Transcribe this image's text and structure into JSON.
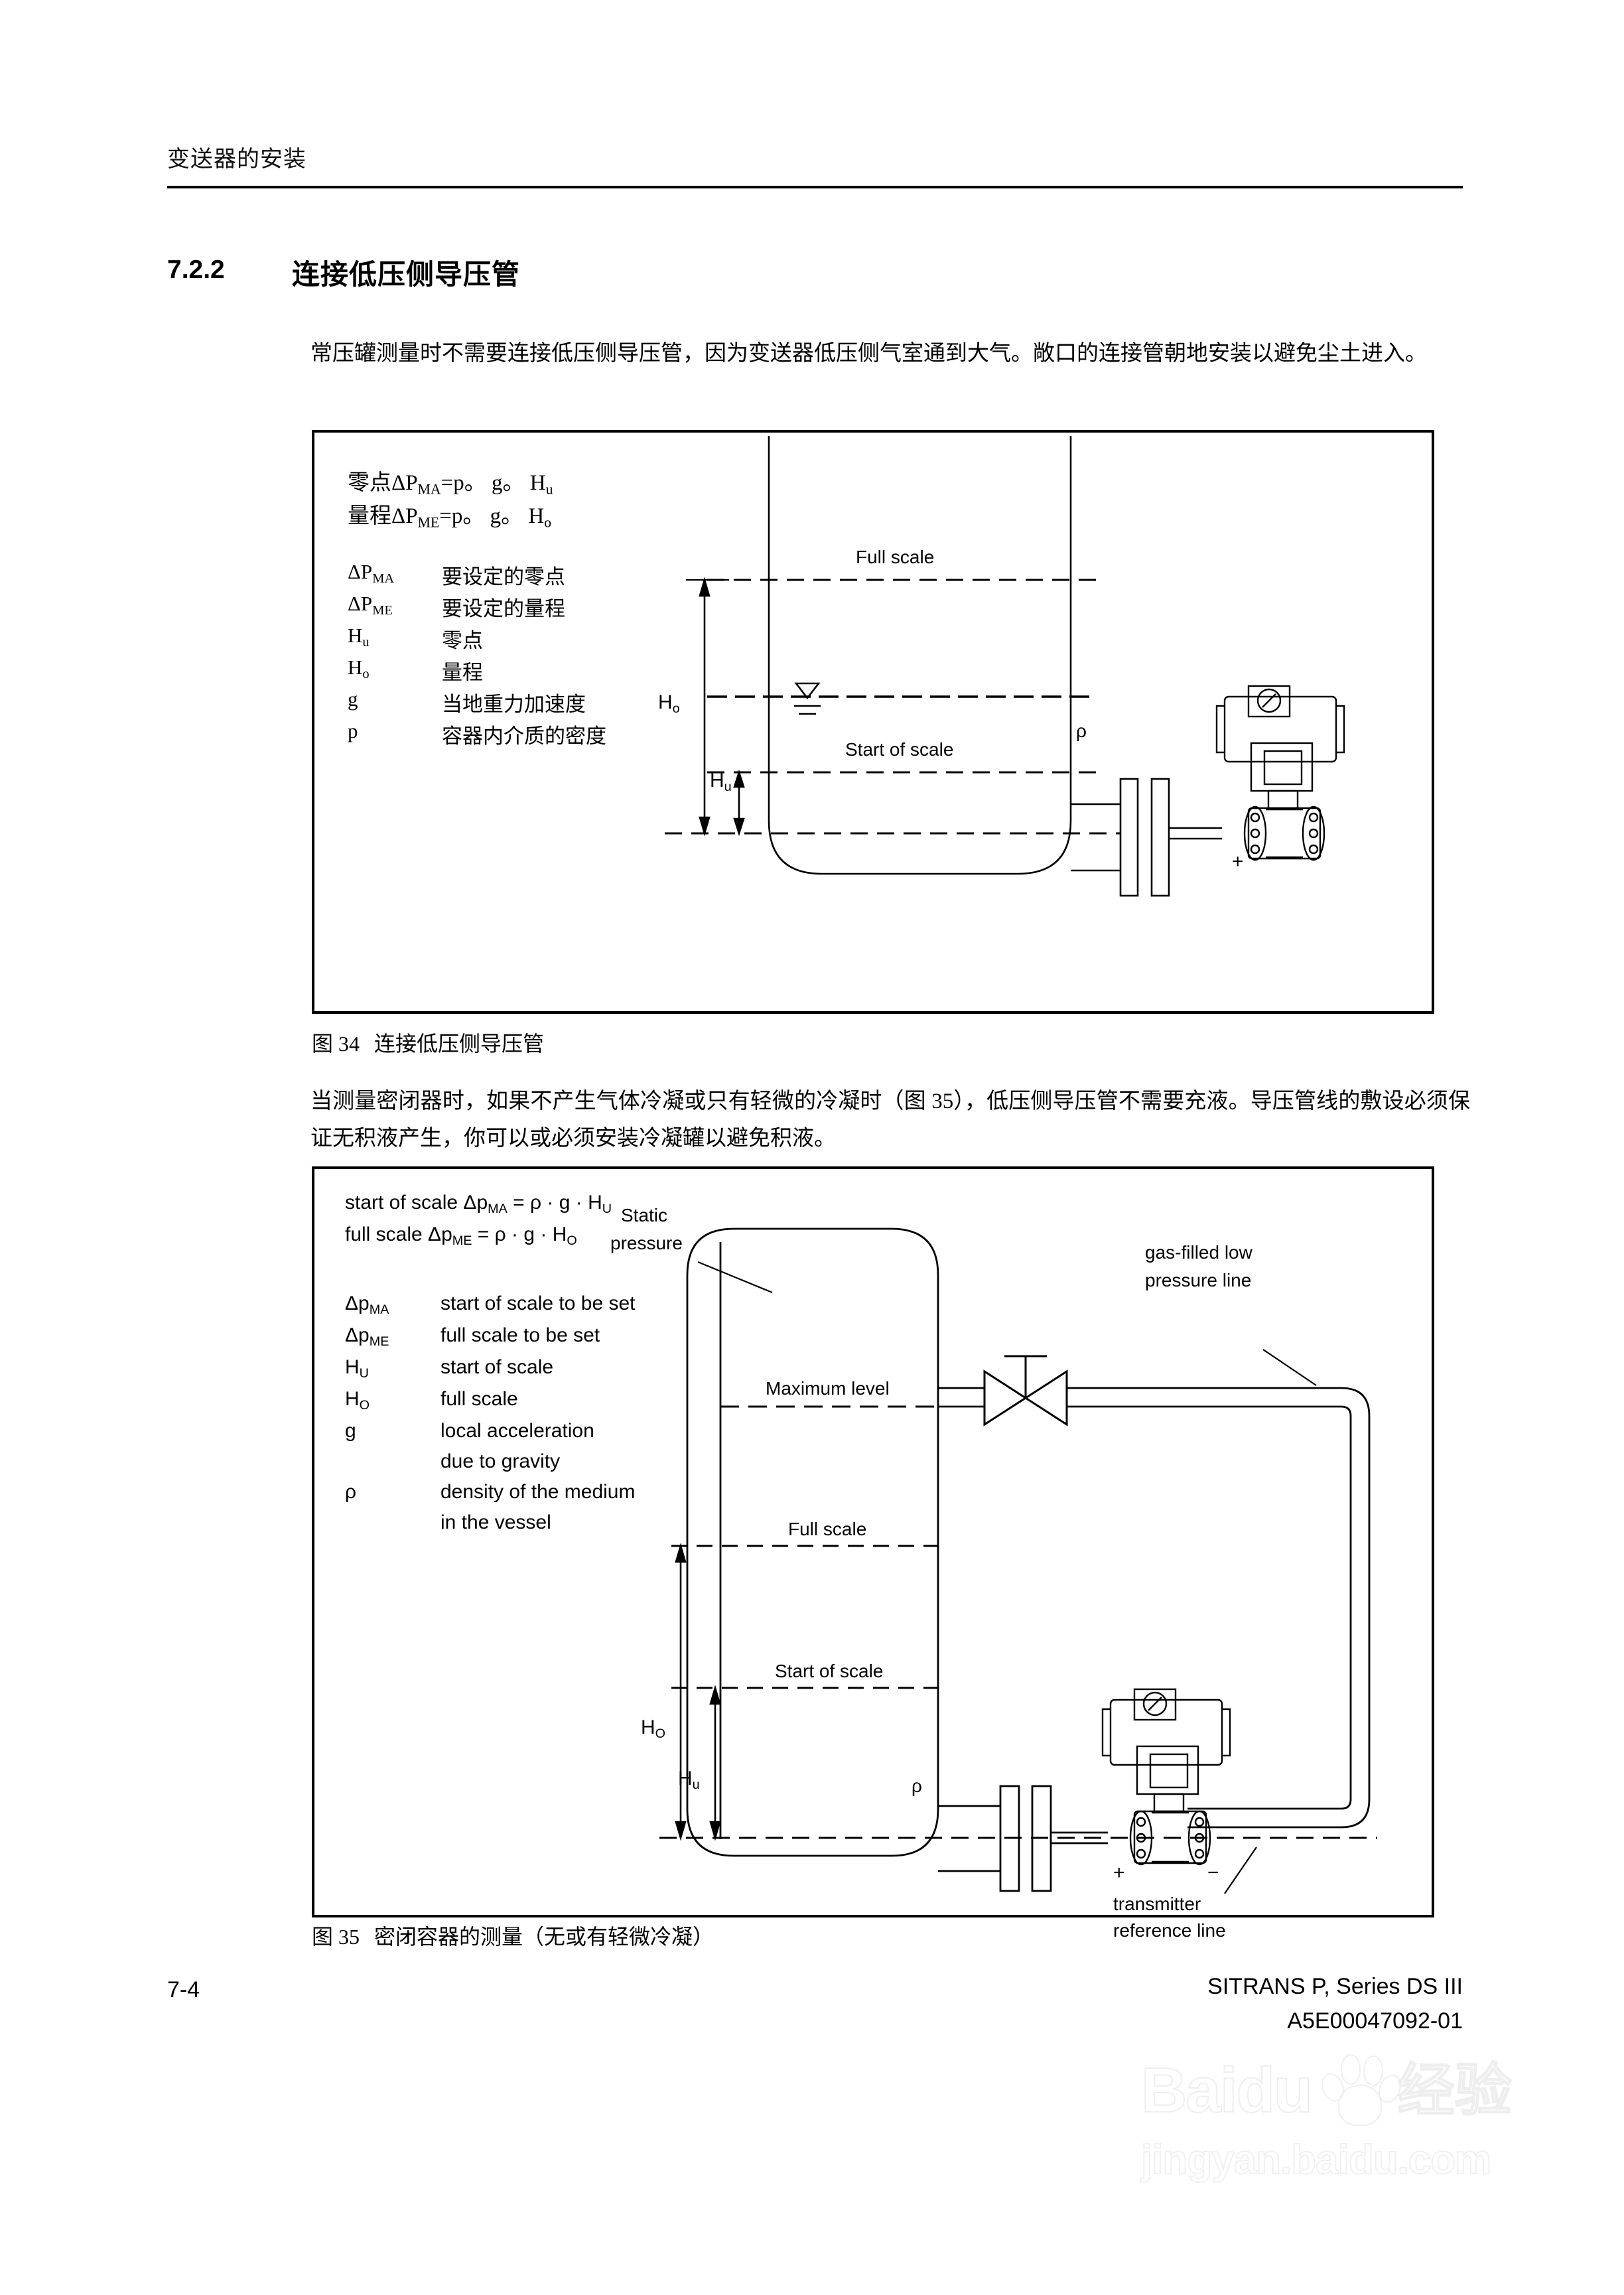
{
  "header": {
    "running_head": "变送器的安装"
  },
  "section": {
    "number": "7.2.2",
    "title": "连接低压侧导压管"
  },
  "paragraphs": {
    "p1": "常压罐测量时不需要连接低压侧导压管，因为变送器低压侧气室通到大气。敞口的连接管朝地安装以避免尘土进入。",
    "p2": "当测量密闭器时，如果不产生气体冷凝或只有轻微的冷凝时（图 35），低压侧导压管不需要充液。导压管线的敷设必须保证无积液产生，你可以或必须安装冷凝罐以避免积液。"
  },
  "figure34": {
    "caption_label": "图 34",
    "caption_text": "连接低压侧导压管",
    "formula1_prefix": "零点",
    "formula1_sym": "ΔP",
    "formula1_sub": "MA",
    "formula1_rest": "=p。 g。  H",
    "formula1_rest_sub": "u",
    "formula2_prefix": "量程",
    "formula2_sym": "ΔP",
    "formula2_sub": "ME",
    "formula2_rest": "=p。 g。  H",
    "formula2_rest_sub": "o",
    "legend": [
      {
        "symbol": "ΔP",
        "symbol_sub": "MA",
        "definition": "要设定的零点"
      },
      {
        "symbol": "ΔP",
        "symbol_sub": "ME",
        "definition": "要设定的量程"
      },
      {
        "symbol": "H",
        "symbol_sub": "u",
        "definition": "零点"
      },
      {
        "symbol": "H",
        "symbol_sub": "o",
        "definition": "量程"
      },
      {
        "symbol": "g",
        "symbol_sub": "",
        "definition": "当地重力加速度"
      },
      {
        "symbol": "p",
        "symbol_sub": "",
        "definition": "容器内介质的密度"
      }
    ],
    "labels": {
      "full_scale": "Full scale",
      "start_of_scale": "Start of scale",
      "h_o": "H",
      "h_o_sub": "o",
      "h_u": "H",
      "h_u_sub": "u",
      "rho": "ρ",
      "plus": "+"
    }
  },
  "figure35": {
    "caption_label": "图 35",
    "caption_text": "密闭容器的测量（无或有轻微冷凝）",
    "formula1": "start of scale Δp",
    "formula1_sub": "MA",
    "formula1_rest": " = ρ · g · H",
    "formula1_rest_sub": "U",
    "formula2": "full scale  Δp",
    "formula2_sub": "ME",
    "formula2_rest": " = ρ · g · H",
    "formula2_rest_sub": "O",
    "legend": [
      {
        "symbol": "Δp",
        "symbol_sub": "MA",
        "definition": "start of scale to be set",
        "definition2": ""
      },
      {
        "symbol": "Δp",
        "symbol_sub": "ME",
        "definition": "full scale to be set",
        "definition2": ""
      },
      {
        "symbol": "H",
        "symbol_sub": "U",
        "definition": "start of scale",
        "definition2": ""
      },
      {
        "symbol": "H",
        "symbol_sub": "O",
        "definition": "full scale",
        "definition2": ""
      },
      {
        "symbol": "g",
        "symbol_sub": "",
        "definition": "local acceleration",
        "definition2": "due to gravity"
      },
      {
        "symbol": "ρ",
        "symbol_sub": "",
        "definition": "density of the medium",
        "definition2": "in the vessel"
      }
    ],
    "labels": {
      "static_pressure_1": "Static",
      "static_pressure_2": "pressure",
      "gas_filled_1": "gas-filled low",
      "gas_filled_2": "pressure line",
      "maximum_level": "Maximum level",
      "full_scale": "Full scale",
      "start_of_scale": "Start of scale",
      "h_o": "H",
      "h_o_sub": "O",
      "h_u": "H",
      "h_u_sub": "u",
      "rho": "ρ",
      "plus": "+",
      "minus": "−",
      "transmitter_ref_1": "transmitter",
      "transmitter_ref_2": "reference line"
    }
  },
  "footer": {
    "page_number": "7-4",
    "product": "SITRANS P, Series DS III",
    "doc_id": "A5E00047092-01"
  },
  "watermark": {
    "brand": "Baidu",
    "brand_cn": "经验",
    "url": "jingyan.baidu.com"
  }
}
